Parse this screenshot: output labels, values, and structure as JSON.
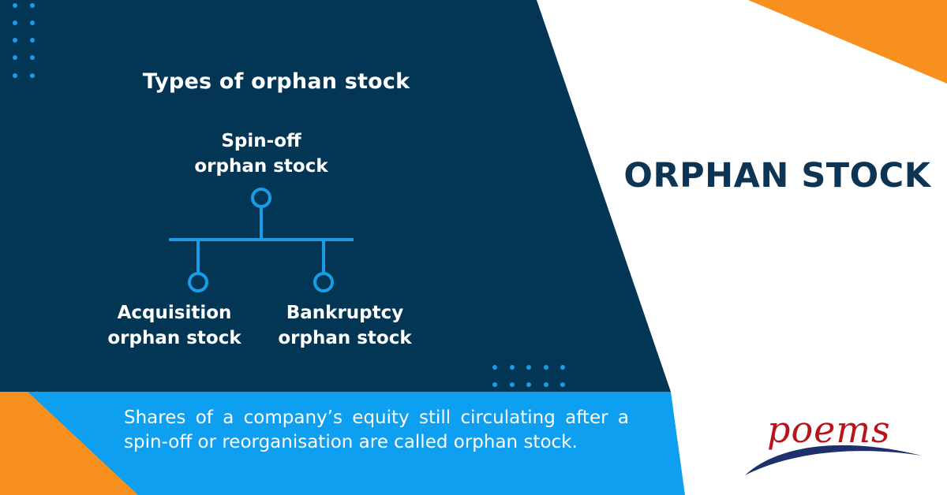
{
  "diagram": {
    "title": "Types of orphan stock",
    "nodes": {
      "top": {
        "line1": "Spin-off",
        "line2": "orphan stock"
      },
      "left": {
        "line1": "Acquisition",
        "line2": "orphan stock"
      },
      "right": {
        "line1": "Bankruptcy",
        "line2": "orphan stock"
      }
    },
    "edges": [
      {
        "from": "top",
        "to": "left"
      },
      {
        "from": "top",
        "to": "right"
      }
    ]
  },
  "heading": "ORPHAN STOCK",
  "definition": "Shares of a company’s equity still circulating after a spin-off or reorganisation are called orphan stock.",
  "logo": {
    "text": "poems"
  },
  "colors": {
    "navy": "#033554",
    "blue": "#0e9ff0",
    "orange": "#f7901e",
    "connector": "#1a9be6",
    "heading": "#0d3553",
    "logo_red": "#b8141a",
    "logo_swoosh": "#1e2f6e"
  }
}
